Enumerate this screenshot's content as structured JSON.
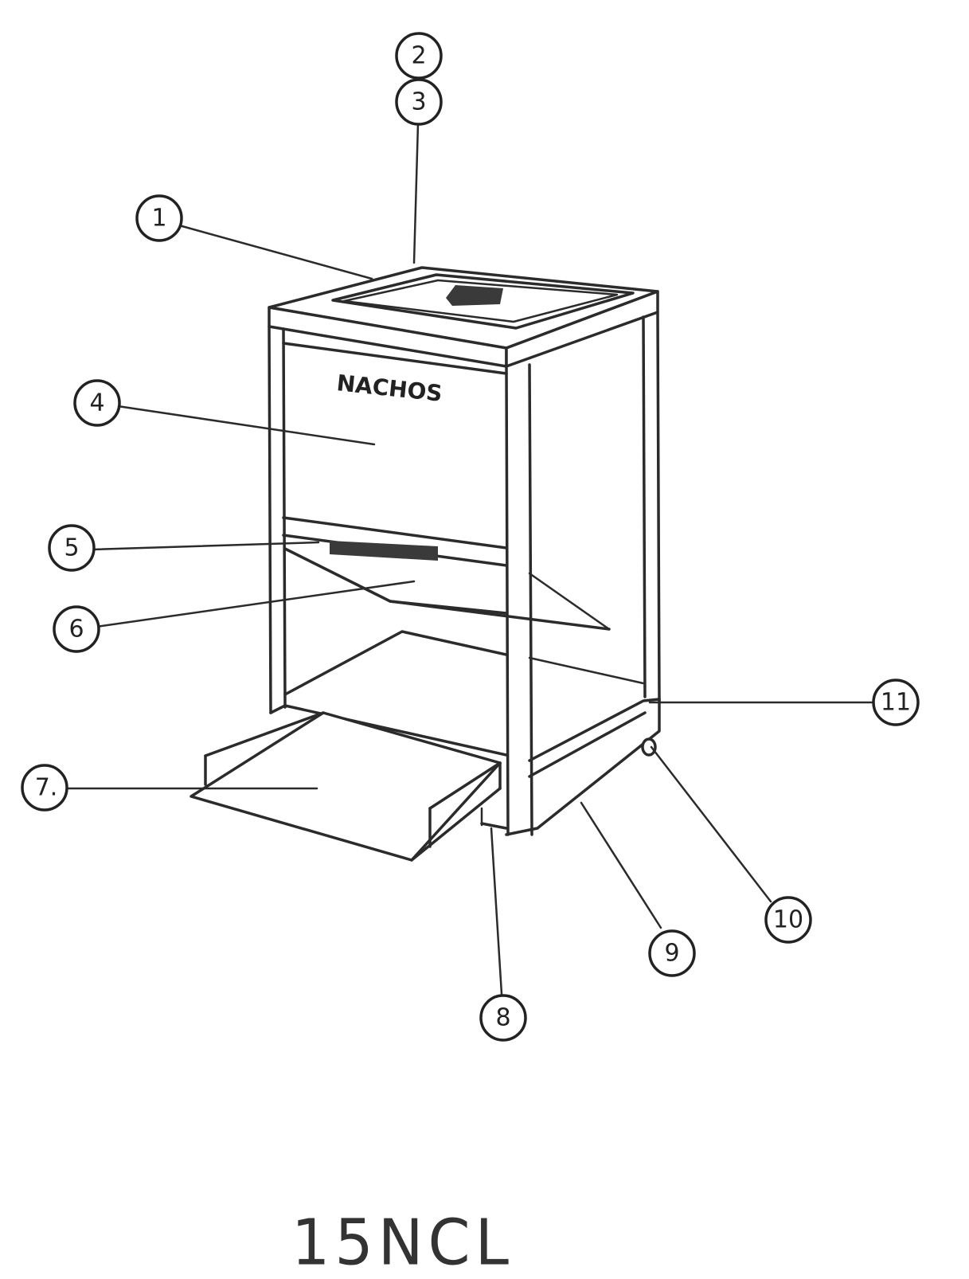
{
  "cabinet_label": "NACHOS",
  "model_label": "15NCL",
  "callouts": [
    {
      "id": "1",
      "label": "1"
    },
    {
      "id": "2",
      "label": "2"
    },
    {
      "id": "3",
      "label": "3"
    },
    {
      "id": "4",
      "label": "4"
    },
    {
      "id": "5",
      "label": "5"
    },
    {
      "id": "6",
      "label": "6"
    },
    {
      "id": "7",
      "label": "7."
    },
    {
      "id": "8",
      "label": "8"
    },
    {
      "id": "9",
      "label": "9"
    },
    {
      "id": "10",
      "label": "10"
    },
    {
      "id": "11",
      "label": "11"
    }
  ]
}
